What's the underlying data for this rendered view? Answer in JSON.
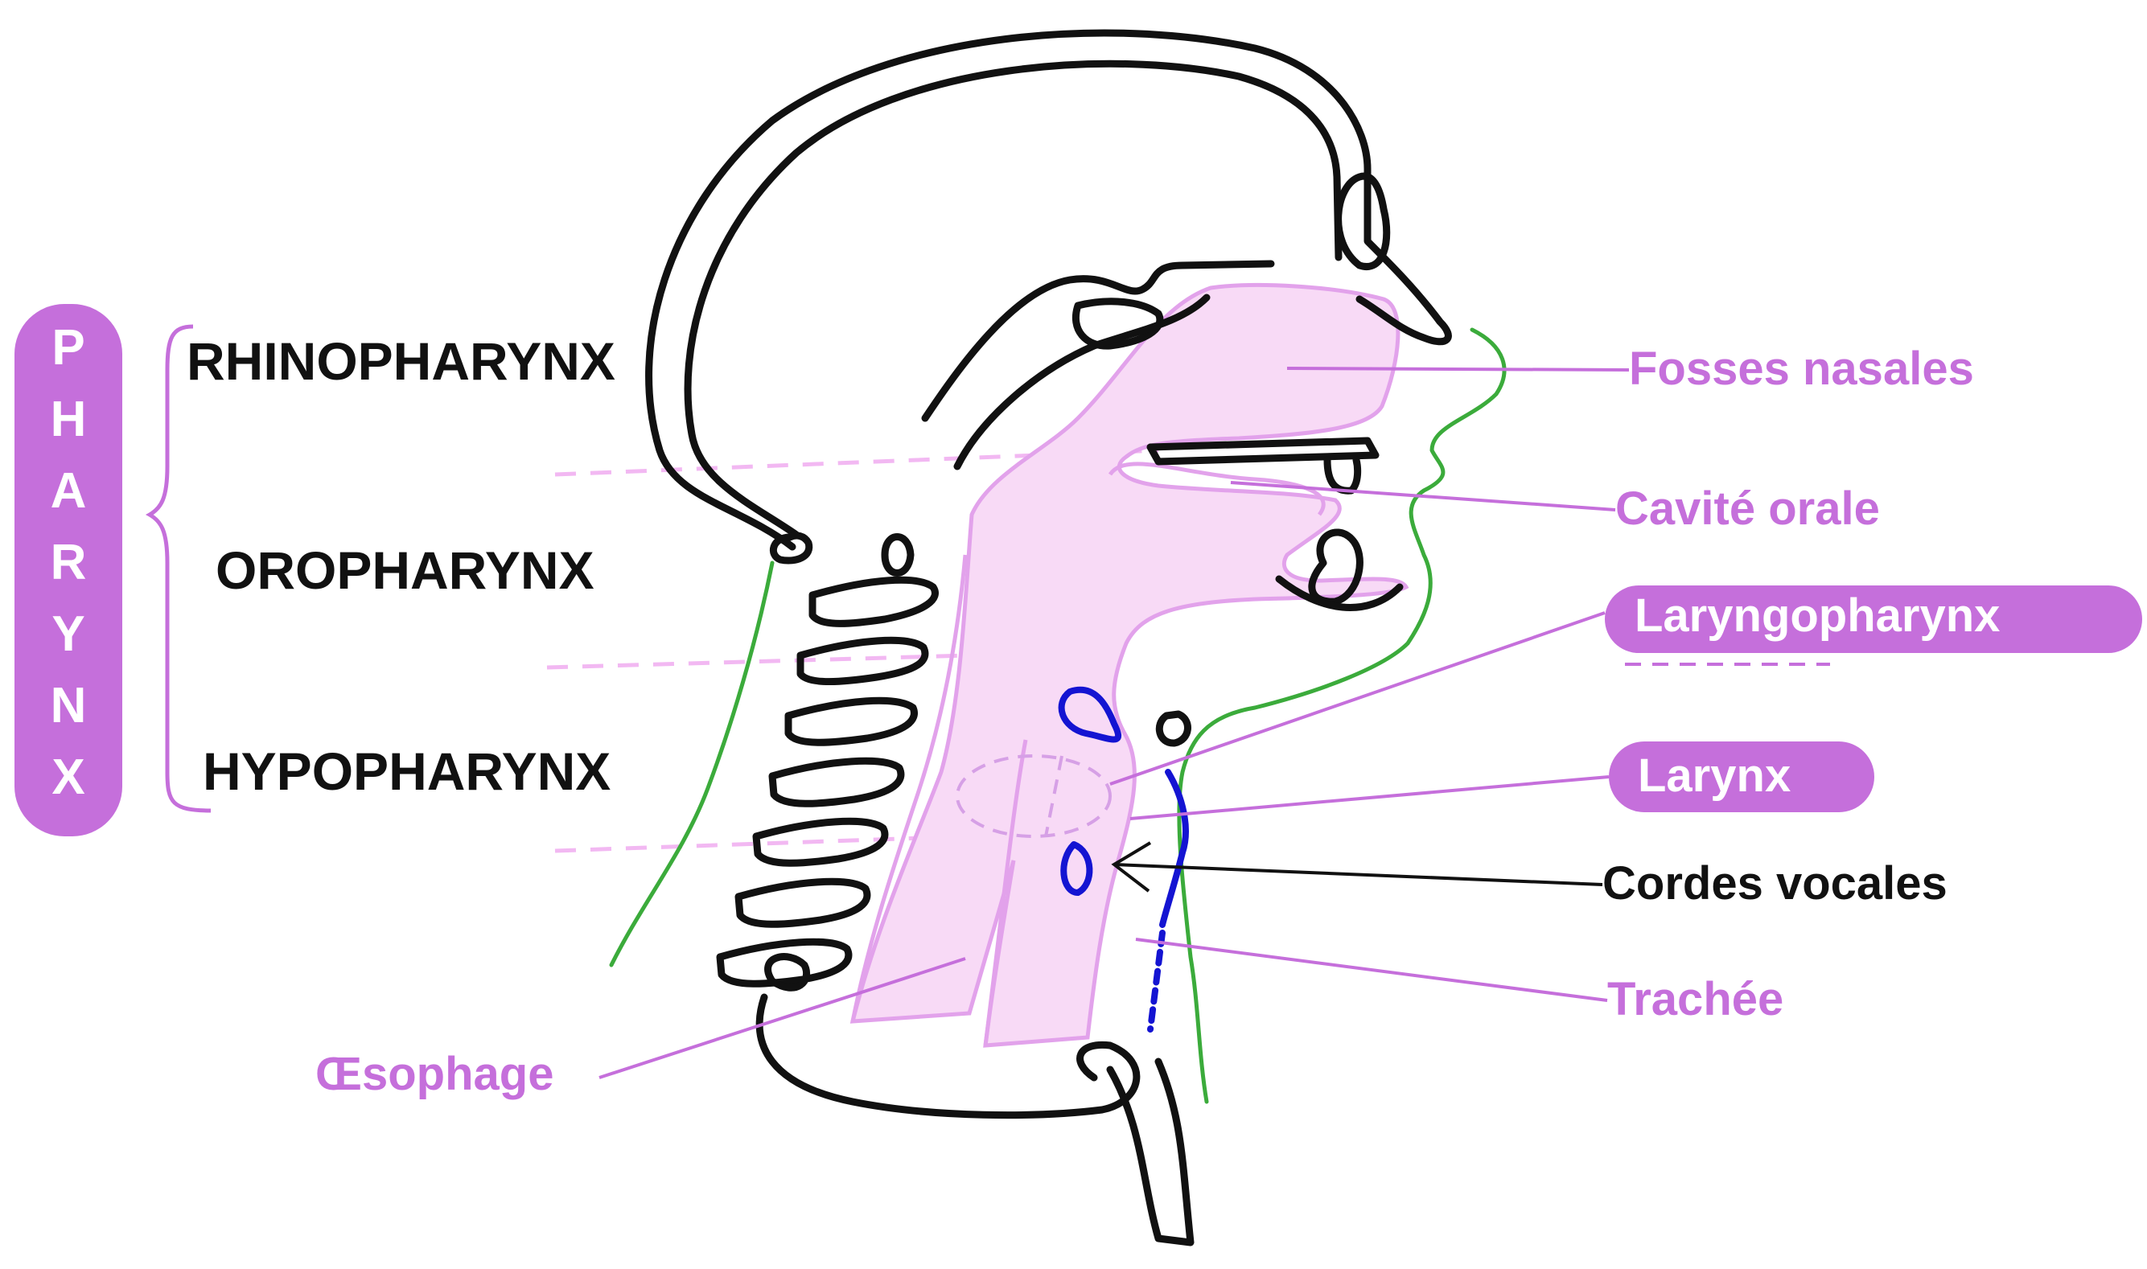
{
  "colors": {
    "accent": "#c56fdb",
    "tissue_fill": "#f8daf6",
    "tissue_outline": "#e2a2eb",
    "skin_outline": "#3bab3b",
    "cartilage_blue": "#1414d2",
    "ink": "#111111"
  },
  "pharynx": {
    "letters": [
      "P",
      "H",
      "A",
      "R",
      "Y",
      "N",
      "X"
    ]
  },
  "regions": {
    "rhino": "RHINOPHARYNX",
    "oro": "OROPHARYNX",
    "hypo": "HYPOPHARYNX"
  },
  "labels": {
    "fosses_nasales": "Fosses nasales",
    "cavite_orale": "Cavité orale",
    "laryngopharynx": "Laryngopharynx",
    "larynx": "Larynx",
    "cordes_vocales": "Cordes vocales",
    "trachee": "Trachée",
    "oesophage": "Œsophage"
  }
}
